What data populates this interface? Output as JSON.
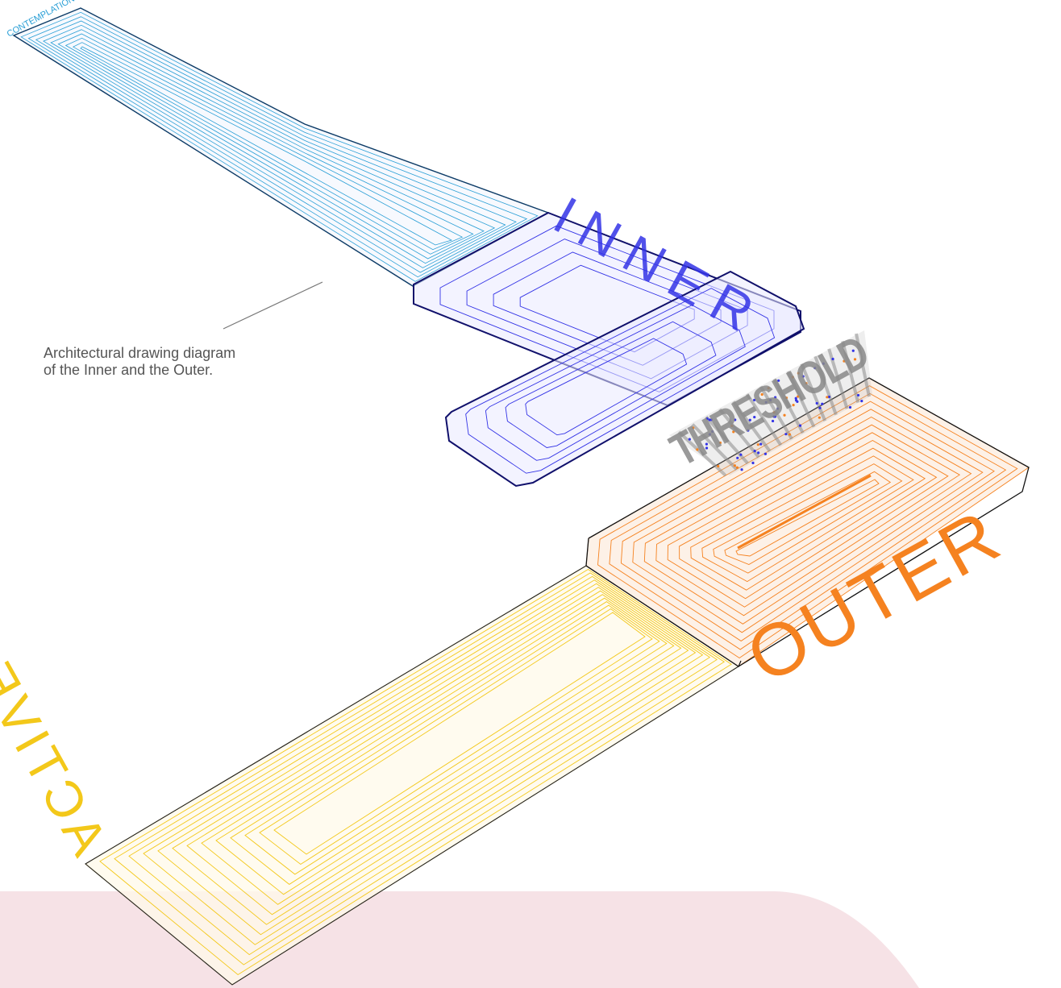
{
  "caption": {
    "line1": "Architectural drawing diagram",
    "line2": "of the Inner and the Outer."
  },
  "labels": {
    "contemplation": "CONTEMPLATION",
    "inner": "INNER",
    "threshold": "THRESHOLD",
    "outer": "OUTER",
    "active": "ACTIVE"
  },
  "colors": {
    "contemplation": "#2a9fd6",
    "inner": "#3333e6",
    "threshold": "#808080",
    "outer": "#f58220",
    "active": "#f3c81a",
    "background_band": "#f6e2e6"
  }
}
